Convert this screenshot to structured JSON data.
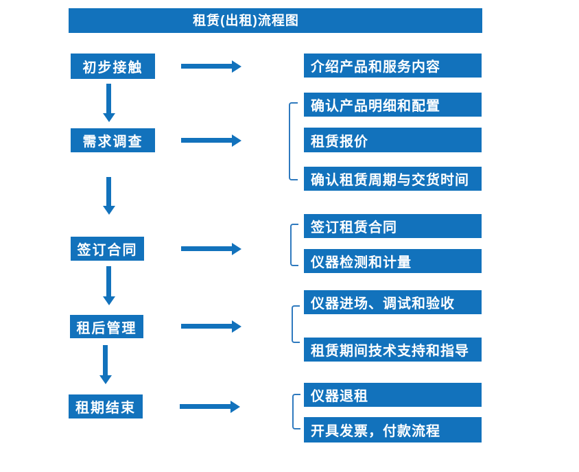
{
  "title": "租赁(出租)流程图",
  "colors": {
    "primary": "#1272bc",
    "bracket": "#2e79be",
    "text_on_blue": "#ffffff",
    "background": "#ffffff"
  },
  "steps": [
    {
      "label": "初步接触",
      "details": [
        "介绍产品和服务内容"
      ]
    },
    {
      "label": "需求调查",
      "details": [
        "确认产品明细和配置",
        "租赁报价",
        "确认租赁周期与交货时间"
      ]
    },
    {
      "label": "签订合同",
      "details": [
        "签订租赁合同",
        "仪器检测和计量"
      ]
    },
    {
      "label": "租后管理",
      "details": [
        "仪器进场、调试和验收",
        "租赁期间技术支持和指导"
      ]
    },
    {
      "label": "租期结束",
      "details": [
        "仪器退租",
        "开具发票，付款流程"
      ]
    }
  ]
}
